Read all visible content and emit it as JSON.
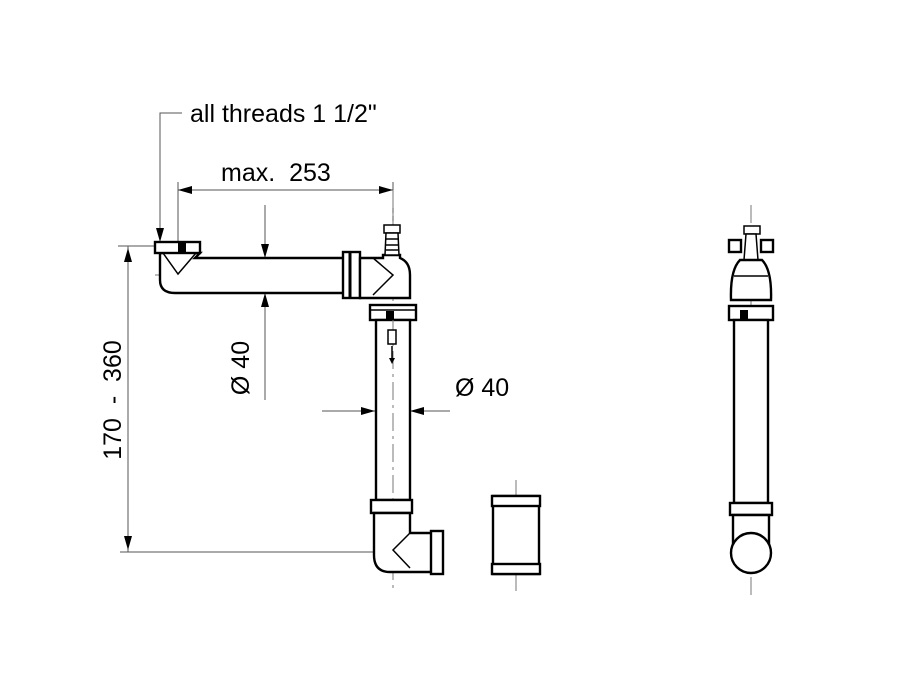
{
  "annotations": {
    "threads": "all threads 1 1/2\"",
    "max_length": "max.  253",
    "height_range": "170  -  360",
    "diameter_horizontal_pipe": "Ø 40",
    "diameter_vertical_pipe": "Ø 40"
  },
  "colors": {
    "line": "#000000",
    "dimension": "#555555",
    "background": "#ffffff"
  }
}
